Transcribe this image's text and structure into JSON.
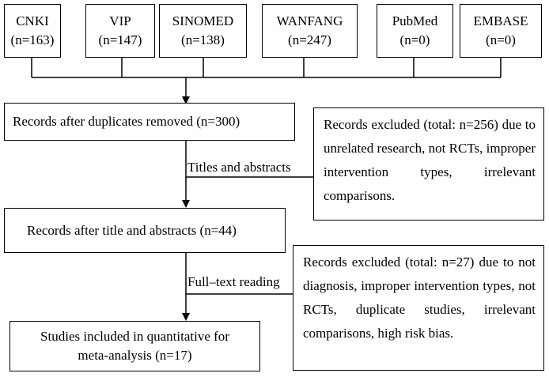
{
  "sources": [
    {
      "name": "CNKI",
      "count": "(n=163)"
    },
    {
      "name": "VIP",
      "count": "(n=147)"
    },
    {
      "name": "SINOMED",
      "count": "(n=138)"
    },
    {
      "name": "WANFANG",
      "count": "(n=247)"
    },
    {
      "name": "PubMed",
      "count": "(n=0)"
    },
    {
      "name": "EMBASE",
      "count": "(n=0)"
    }
  ],
  "steps": {
    "duplicates_removed": "Records after duplicates removed (n=300)",
    "title_abstract": "Records after title and abstracts (n=44)",
    "included_line1": "Studies included in quantitative for",
    "included_line2": "meta-analysis (n=17)"
  },
  "stage_labels": {
    "screening": "Titles and abstracts",
    "fulltext": "Full–text reading"
  },
  "exclusions": {
    "first": "Records excluded (total: n=256) due to unrelated research, not RCTs, improper intervention types, irrelevant comparisons.",
    "second": "Records excluded (total: n=27) due to not diagnosis, improper intervention types, not RCTs, duplicate studies, irrelevant comparisons, high risk bias."
  }
}
